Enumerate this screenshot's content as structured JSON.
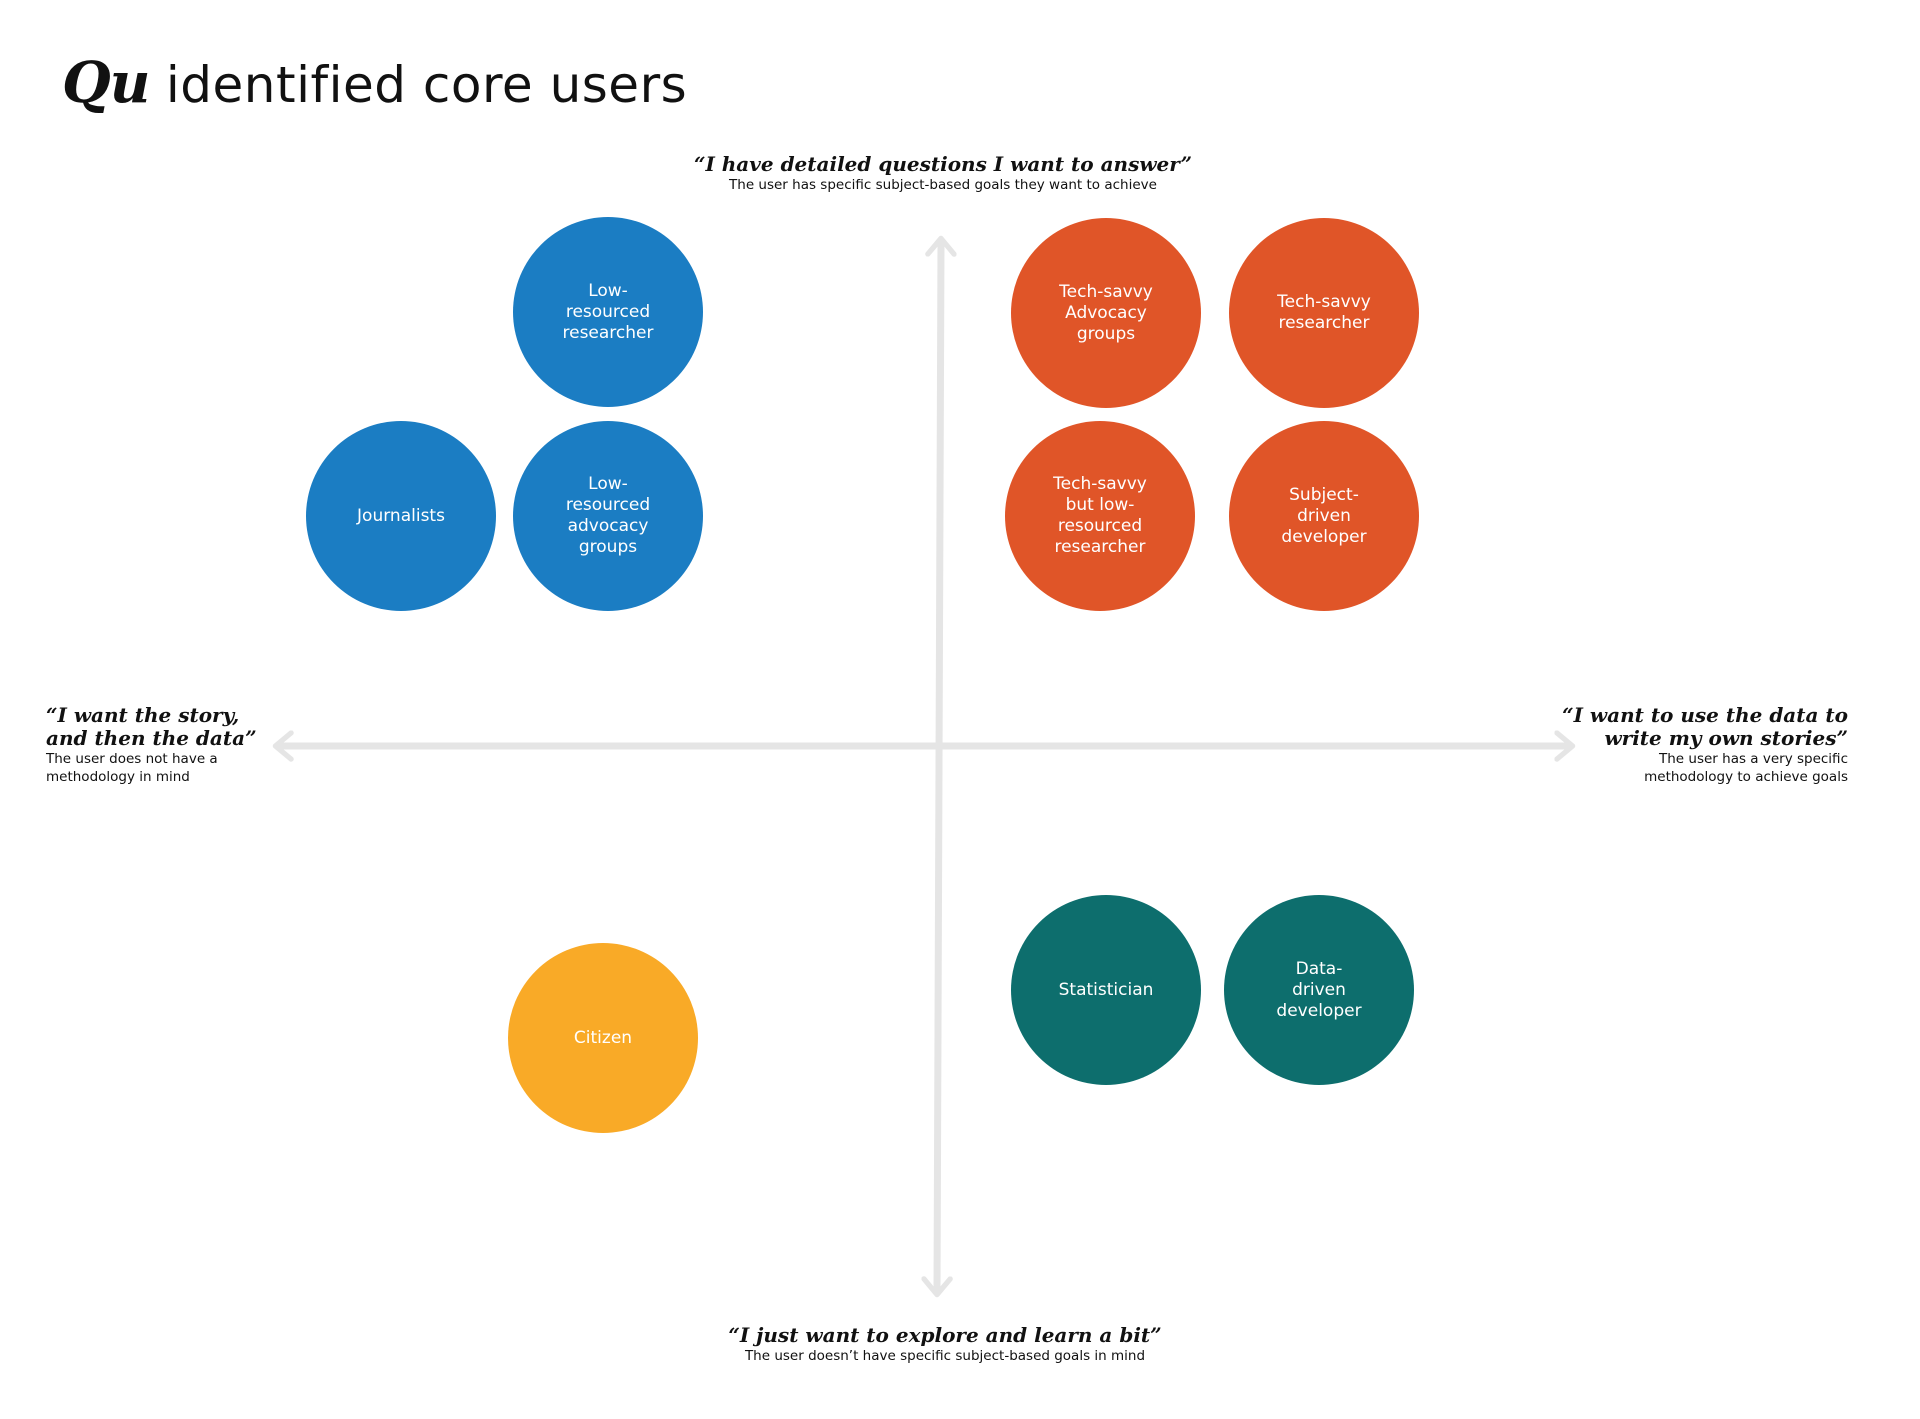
{
  "title": {
    "brand": "Qu",
    "rest": "identified core users"
  },
  "colors": {
    "axis": "#e5e5e5",
    "blue": "#1b7dc3",
    "orange": "#e05528",
    "teal": "#0d6e6d",
    "yellow": "#f9aa27"
  },
  "axis_labels": {
    "top": {
      "quote": "“I have detailed questions I want to answer”",
      "desc": "The user has specific subject-based goals they want to achieve"
    },
    "bottom": {
      "quote": "“I just want to explore and learn a bit”",
      "desc": "The user doesn’t have specific subject-based goals in mind"
    },
    "left": {
      "quote": "“I want the story,\nand then the data”",
      "desc": "The user does not have a\nmethodology in mind"
    },
    "right": {
      "quote": "“I want to use the data to\nwrite my own stories”",
      "desc": "The user has a very specific\nmethodology to achieve goals"
    }
  },
  "users": [
    {
      "label": "Low-\nresourced\nresearcher",
      "color": "blue"
    },
    {
      "label": "Journalists",
      "color": "blue"
    },
    {
      "label": "Low-\nresourced\nadvocacy\ngroups",
      "color": "blue"
    },
    {
      "label": "Tech-savvy\nAdvocacy\ngroups",
      "color": "orange"
    },
    {
      "label": "Tech-savvy\nresearcher",
      "color": "orange"
    },
    {
      "label": "Tech-savvy\nbut low-\nresourced\nresearcher",
      "color": "orange"
    },
    {
      "label": "Subject-\ndriven\ndeveloper",
      "color": "orange"
    },
    {
      "label": "Citizen",
      "color": "yellow"
    },
    {
      "label": "Statistician",
      "color": "teal"
    },
    {
      "label": "Data-\ndriven\ndeveloper",
      "color": "teal"
    }
  ]
}
